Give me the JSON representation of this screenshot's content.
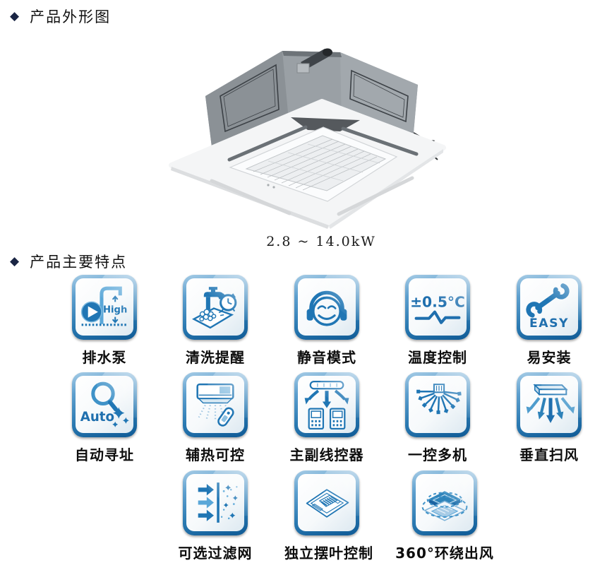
{
  "page": {
    "bullet": "◆",
    "section1_title": "产品外形图",
    "section2_title": "产品主要特点",
    "capacity_range": "2.8 ~ 14.0kW"
  },
  "colors": {
    "icon_blue": "#2076b4",
    "icon_blue_light": "#5aa7d8",
    "tile_border_top": "#a6cce6",
    "tile_border_bottom": "#0f5a95",
    "text": "#111111"
  },
  "features": [
    {
      "label": "排水泵",
      "icon": "drain-pump-icon",
      "icon_label": "High"
    },
    {
      "label": "清洗提醒",
      "icon": "clean-reminder-icon"
    },
    {
      "label": "静音模式",
      "icon": "quiet-mode-icon"
    },
    {
      "label": "温度控制",
      "icon": "temp-control-icon",
      "icon_label": "±0.5°C"
    },
    {
      "label": "易安装",
      "icon": "easy-install-icon",
      "icon_label": "EASY"
    },
    {
      "label": "自动寻址",
      "icon": "auto-address-icon",
      "icon_label": "Auto"
    },
    {
      "label": "辅热可控",
      "icon": "aux-heat-icon"
    },
    {
      "label": "主副线控器",
      "icon": "wired-controller-icon"
    },
    {
      "label": "一控多机",
      "icon": "multi-unit-icon"
    },
    {
      "label": "垂直扫风",
      "icon": "vertical-sweep-icon"
    },
    {
      "label": "可选过滤网",
      "icon": "filter-icon"
    },
    {
      "label": "独立摆叶控制",
      "icon": "louver-control-icon"
    },
    {
      "label": "360°环绕出风",
      "icon": "surround-air-icon"
    }
  ]
}
